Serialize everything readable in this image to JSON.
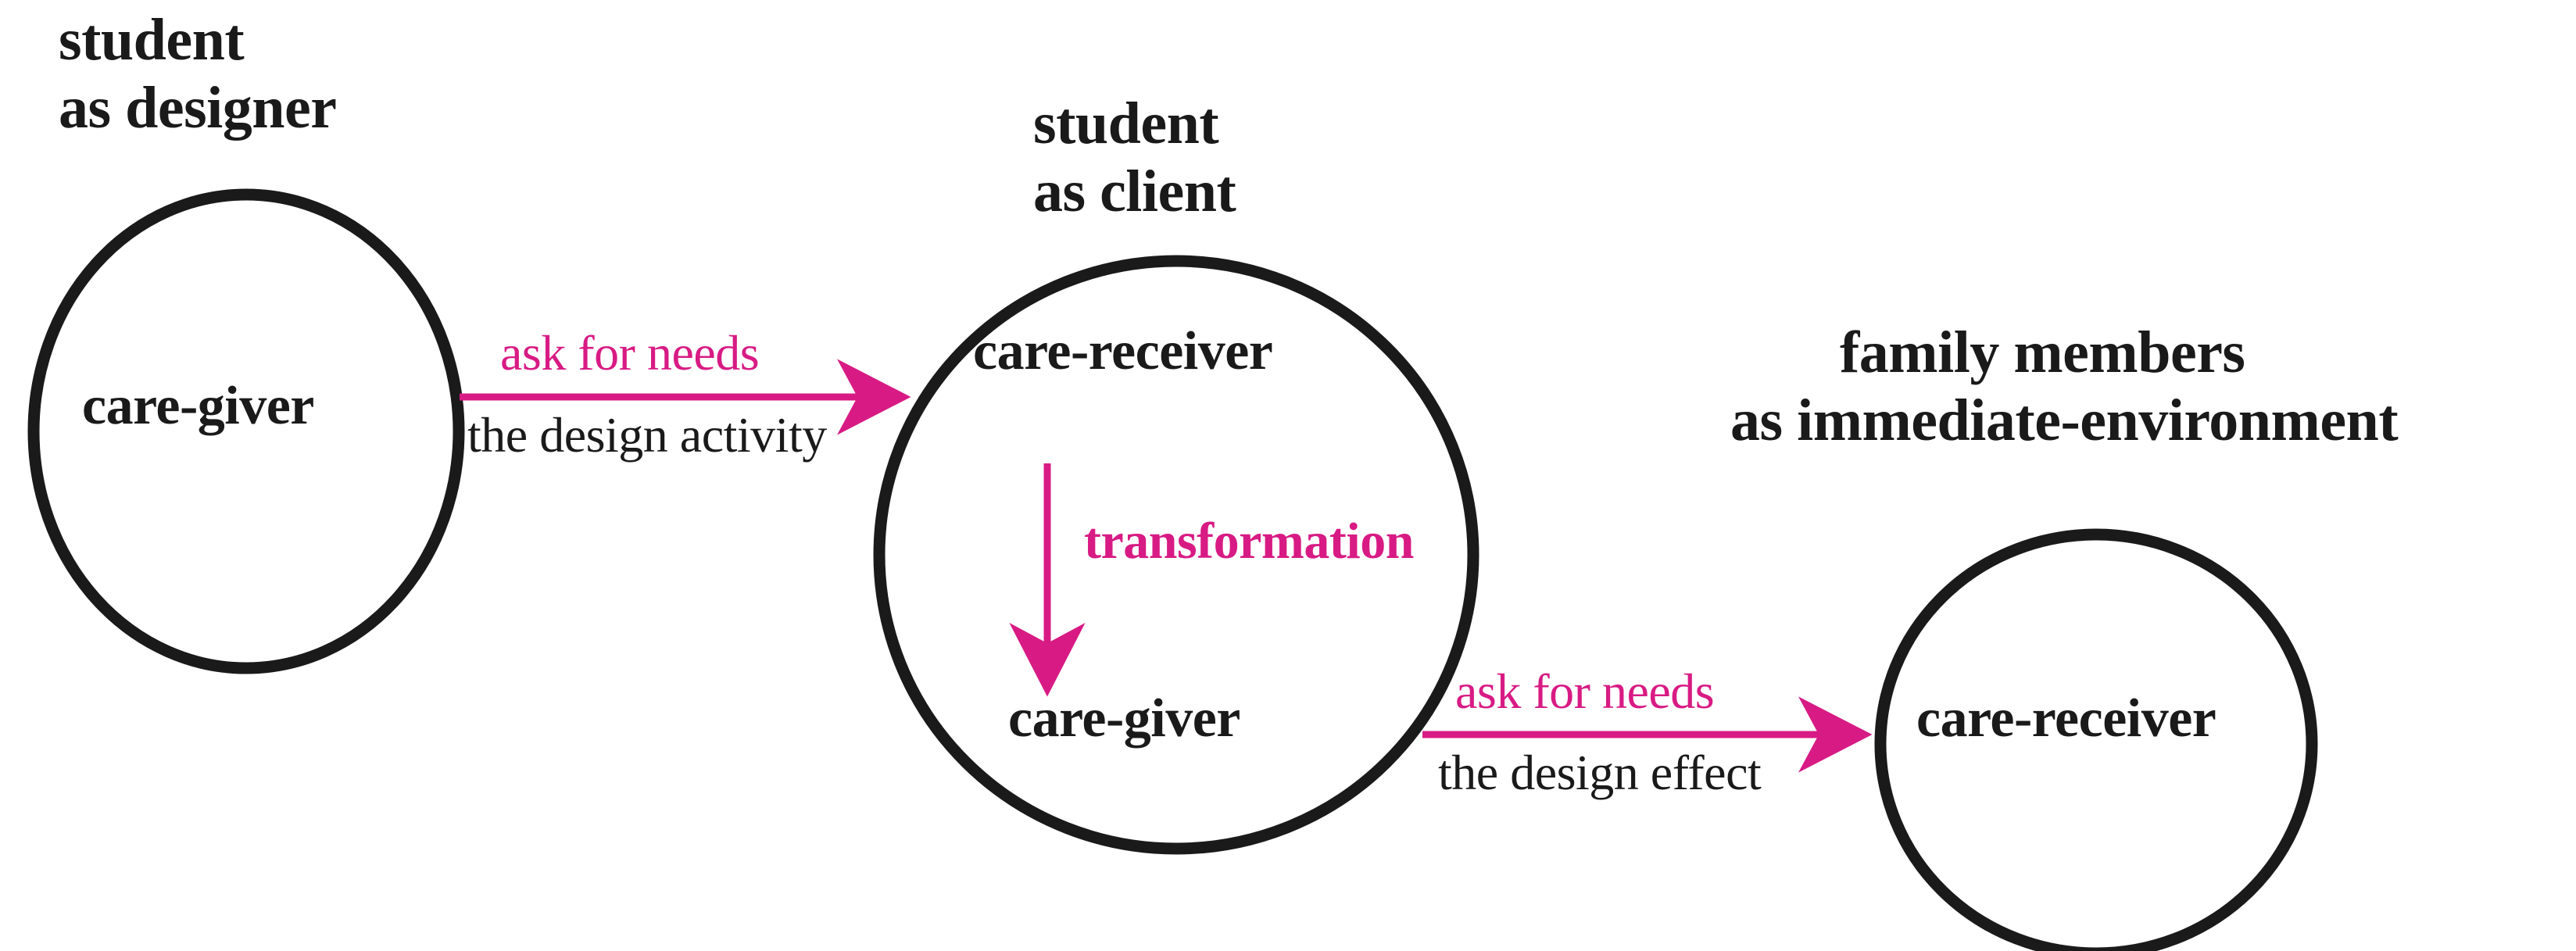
{
  "diagram": {
    "title": "student as designer / client and family members as immediate-environment care transformation diagram",
    "colors": {
      "stroke": "#1a1a1a",
      "accent_pink": "#D81B84",
      "background": "#ffffff"
    },
    "captions": {
      "left": {
        "line1": "student",
        "line2": "as designer"
      },
      "middle": {
        "line1": "student",
        "line2": "as client"
      },
      "right": {
        "line1": "family members",
        "line2": "as immediate-environment"
      }
    },
    "nodes": {
      "left_circle": {
        "label": "care-giver"
      },
      "middle_circle": {
        "top_label": "care-receiver",
        "bottom_label": "care-giver",
        "inner_arrow_label": "transformation"
      },
      "right_circle": {
        "label": "care-receiver"
      }
    },
    "edges": [
      {
        "id": "edge-design-activity",
        "from": "left_circle",
        "to": "middle_circle",
        "above_label": "ask for needs",
        "below_label": "the design activity",
        "above_color": "#D81B84",
        "below_color": "#1a1a1a",
        "arrow_color": "#D81B84",
        "direction": "right"
      },
      {
        "id": "edge-transformation",
        "from": "care-receiver",
        "to": "care-giver",
        "label": "transformation",
        "arrow_color": "#D81B84",
        "direction": "down"
      },
      {
        "id": "edge-design-effect",
        "from": "middle_circle",
        "to": "right_circle",
        "above_label": "ask for needs",
        "below_label": "the design effect",
        "above_color": "#D81B84",
        "below_color": "#1a1a1a",
        "arrow_color": "#D81B84",
        "direction": "right"
      }
    ]
  }
}
